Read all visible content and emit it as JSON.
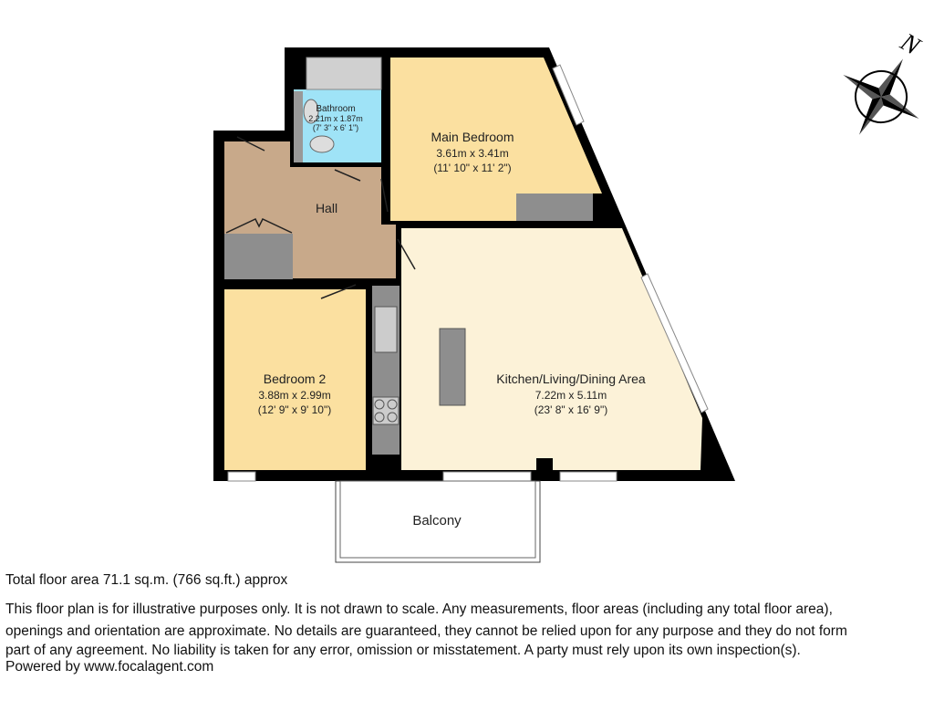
{
  "rooms": {
    "bathroom": {
      "name": "Bathroom",
      "metric": "2.21m x 1.87m",
      "imperial": "(7' 3\" x 6' 1\")"
    },
    "main_bedroom": {
      "name": "Main Bedroom",
      "metric": "3.61m x 3.41m",
      "imperial": "(11' 10\" x 11' 2\")"
    },
    "hall": {
      "name": "Hall"
    },
    "bedroom2": {
      "name": "Bedroom 2",
      "metric": "3.88m x 2.99m",
      "imperial": "(12' 9\" x 9' 10\")"
    },
    "kitchen": {
      "name": "Kitchen/Living/Dining Area",
      "metric": "7.22m x 5.11m",
      "imperial": "(23' 8\" x 16' 9\")"
    },
    "balcony": {
      "name": "Balcony"
    }
  },
  "compass": {
    "letter": "N",
    "icon": "compass-rose-icon"
  },
  "colors": {
    "wall": "#000000",
    "hall": "#c8a98a",
    "bathroom": "#9fe3f7",
    "bedroom": "#fbe0a0",
    "kitchen": "#fcf2d8",
    "fixture": "#8e8e8e"
  },
  "footer": {
    "total_area": "Total floor area 71.1 sq.m. (766 sq.ft.) approx",
    "disclaimer_lines": [
      "This floor plan is for illustrative purposes only. It is not drawn to scale. Any measurements, floor areas (including any total floor area),",
      "openings and orientation are approximate. No details are guaranteed, they cannot be relied upon for any purpose and they do not form",
      "part of any agreement. No liability is taken for any error, omission or misstatement. A party must rely upon its own inspection(s)."
    ],
    "powered_by": "Powered by www.focalagent.com"
  }
}
